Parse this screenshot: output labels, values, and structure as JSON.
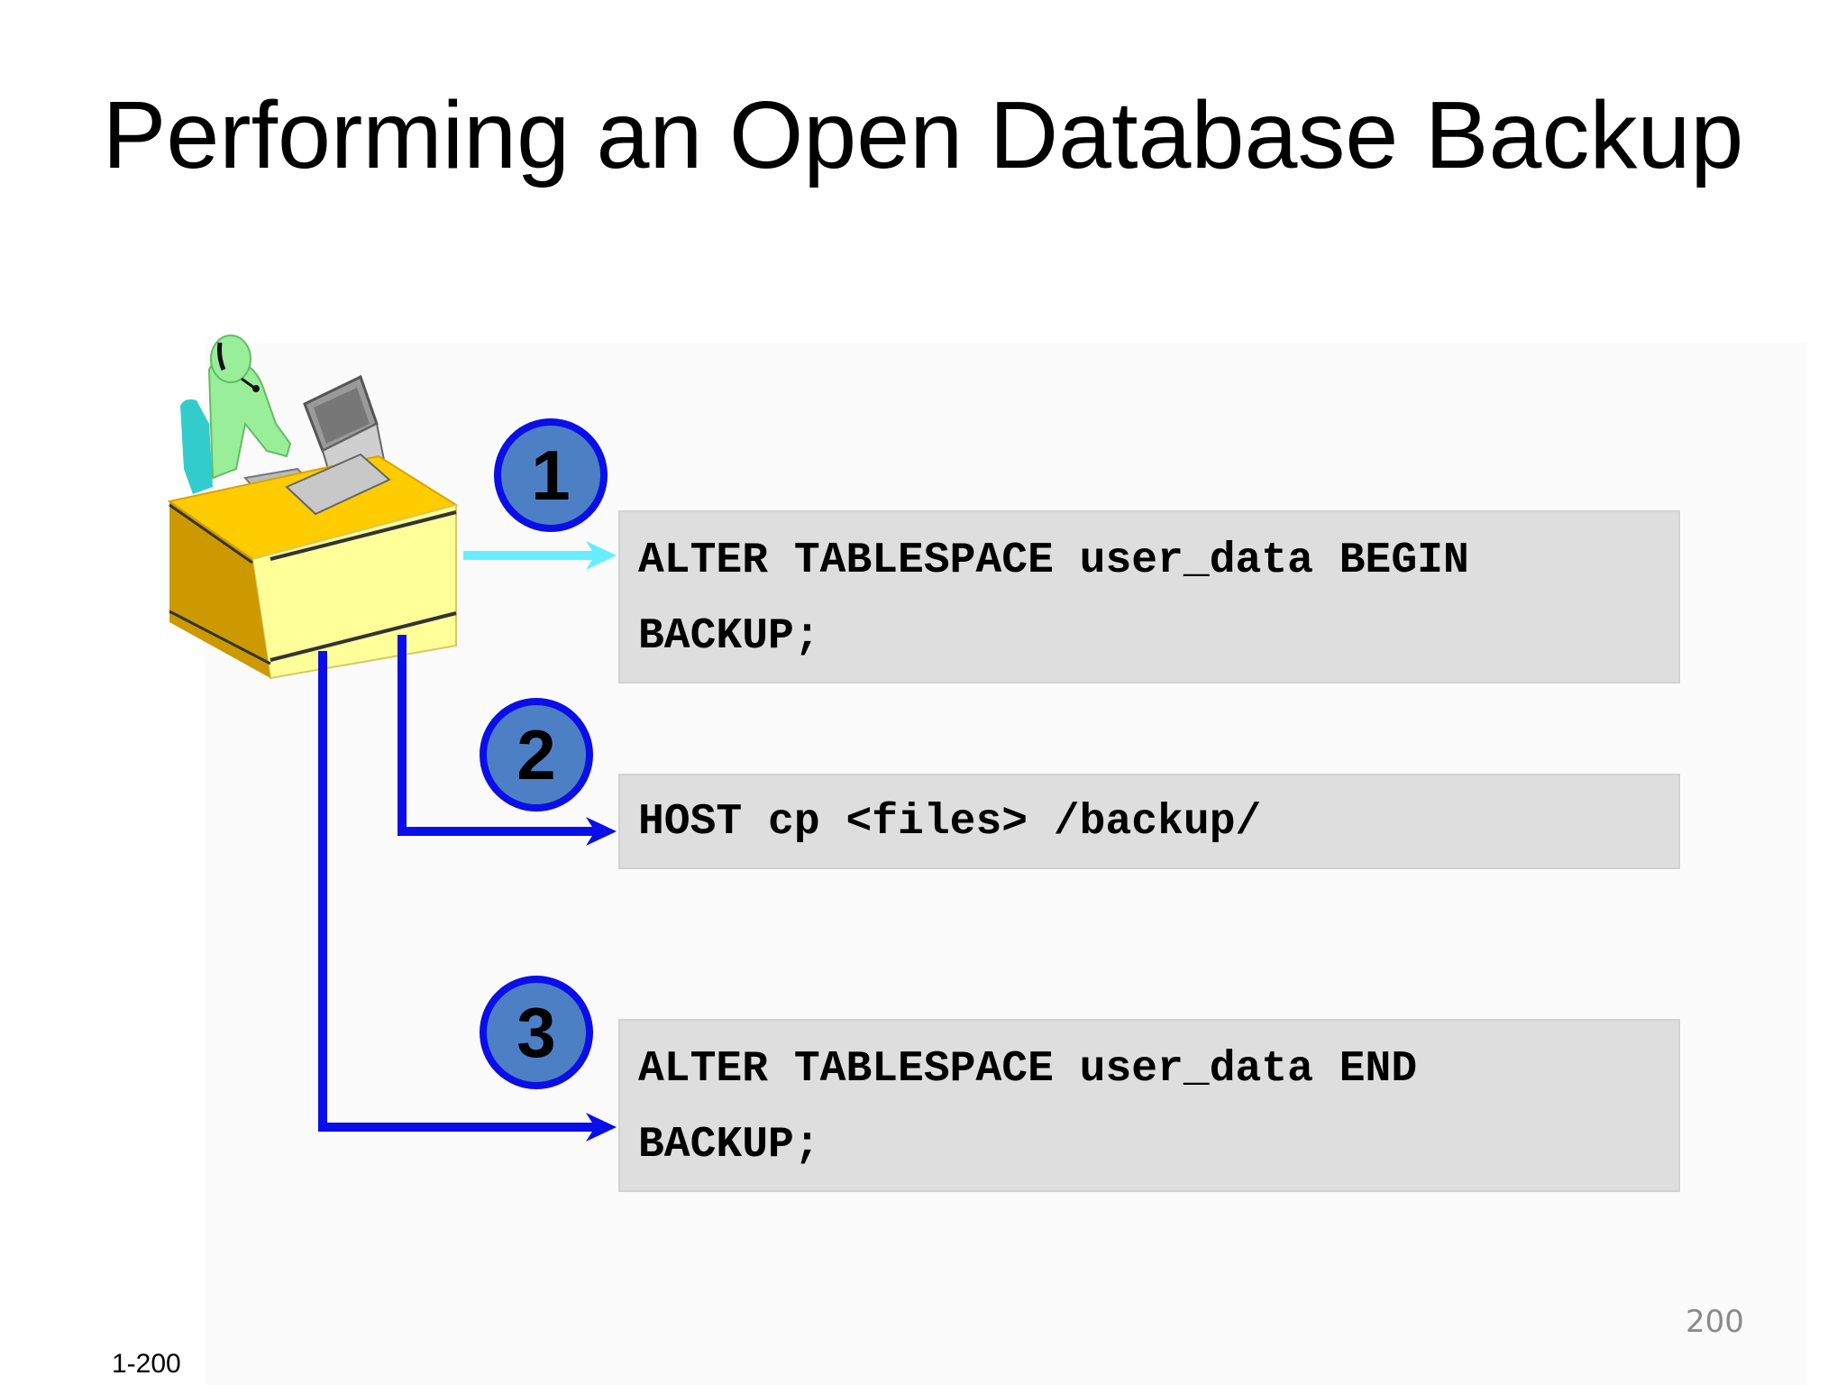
{
  "slide": {
    "title": "Performing an Open Database Backup",
    "page_number": "200",
    "slide_ref": "1-200"
  },
  "steps": [
    {
      "number": "1",
      "command": "ALTER TABLESPACE user_data BEGIN\nBACKUP;",
      "arrow_color": "#66eeff"
    },
    {
      "number": "2",
      "command": "HOST cp <files> /backup/",
      "arrow_color": "#0a0ee8"
    },
    {
      "number": "3",
      "command": "ALTER TABLESPACE user_data END\nBACKUP;",
      "arrow_color": "#0a0ee8"
    }
  ],
  "colors": {
    "badge_fill": "#4d7fc4",
    "badge_border": "#0a0ee8",
    "code_box": "#dedede"
  },
  "icons": {
    "operator": "dba-at-desk-icon"
  }
}
